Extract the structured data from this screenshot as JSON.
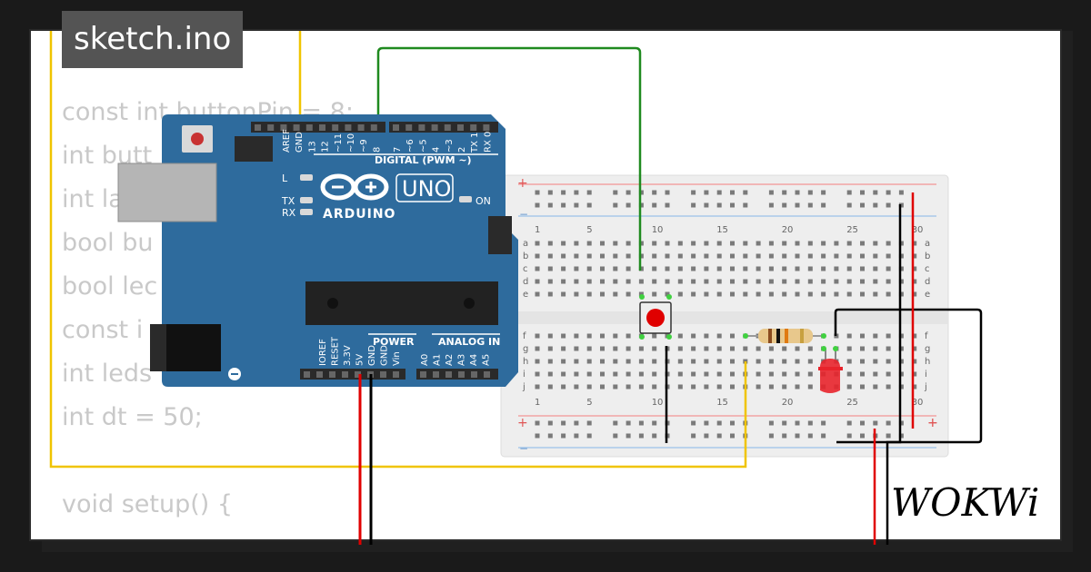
{
  "title": "sketch.ino",
  "code_lines": [
    "const int buttonPin = 8;",
    "int butt",
    "int las",
    "bool bu",
    "bool lec",
    "const i",
    "int leds",
    "int dt = 50;",
    "",
    "void setup() {"
  ],
  "arduino": {
    "brand": "ARDUINO",
    "model": "UNO",
    "on_label": "ON",
    "l_label": "L",
    "tx_label": "TX",
    "rx_label": "RX",
    "digital_label": "DIGITAL (PWM ~)",
    "power_label": "POWER",
    "analog_label": "ANALOG IN",
    "digital_pins": [
      "AREF",
      "GND",
      "13",
      "12",
      "~11",
      "~10",
      "~9",
      "8",
      "7",
      "~6",
      "~5",
      "4",
      "~3",
      "2",
      "TX 1",
      "RX 0"
    ],
    "power_pins": [
      "IOREF",
      "RESET",
      "3.3V",
      "5V",
      "GND",
      "GND",
      "Vin"
    ],
    "analog_pins": [
      "A0",
      "A1",
      "A2",
      "A3",
      "A4",
      "A5"
    ]
  },
  "breadboard": {
    "col_numbers": [
      "1",
      "5",
      "10",
      "15",
      "20",
      "25",
      "30"
    ],
    "row_letters_top": [
      "a",
      "b",
      "c",
      "d",
      "e"
    ],
    "row_letters_bottom": [
      "f",
      "g",
      "h",
      "i",
      "j"
    ],
    "plus": "+",
    "minus": "−"
  },
  "logo": "WOKWi",
  "colors": {
    "board": "#2e6b9d",
    "wire_yellow": "#f0c400",
    "wire_green": "#1f8a1f",
    "wire_red": "#e00000",
    "wire_black": "#000000",
    "button": "#e00000",
    "led": "#e8232b"
  }
}
